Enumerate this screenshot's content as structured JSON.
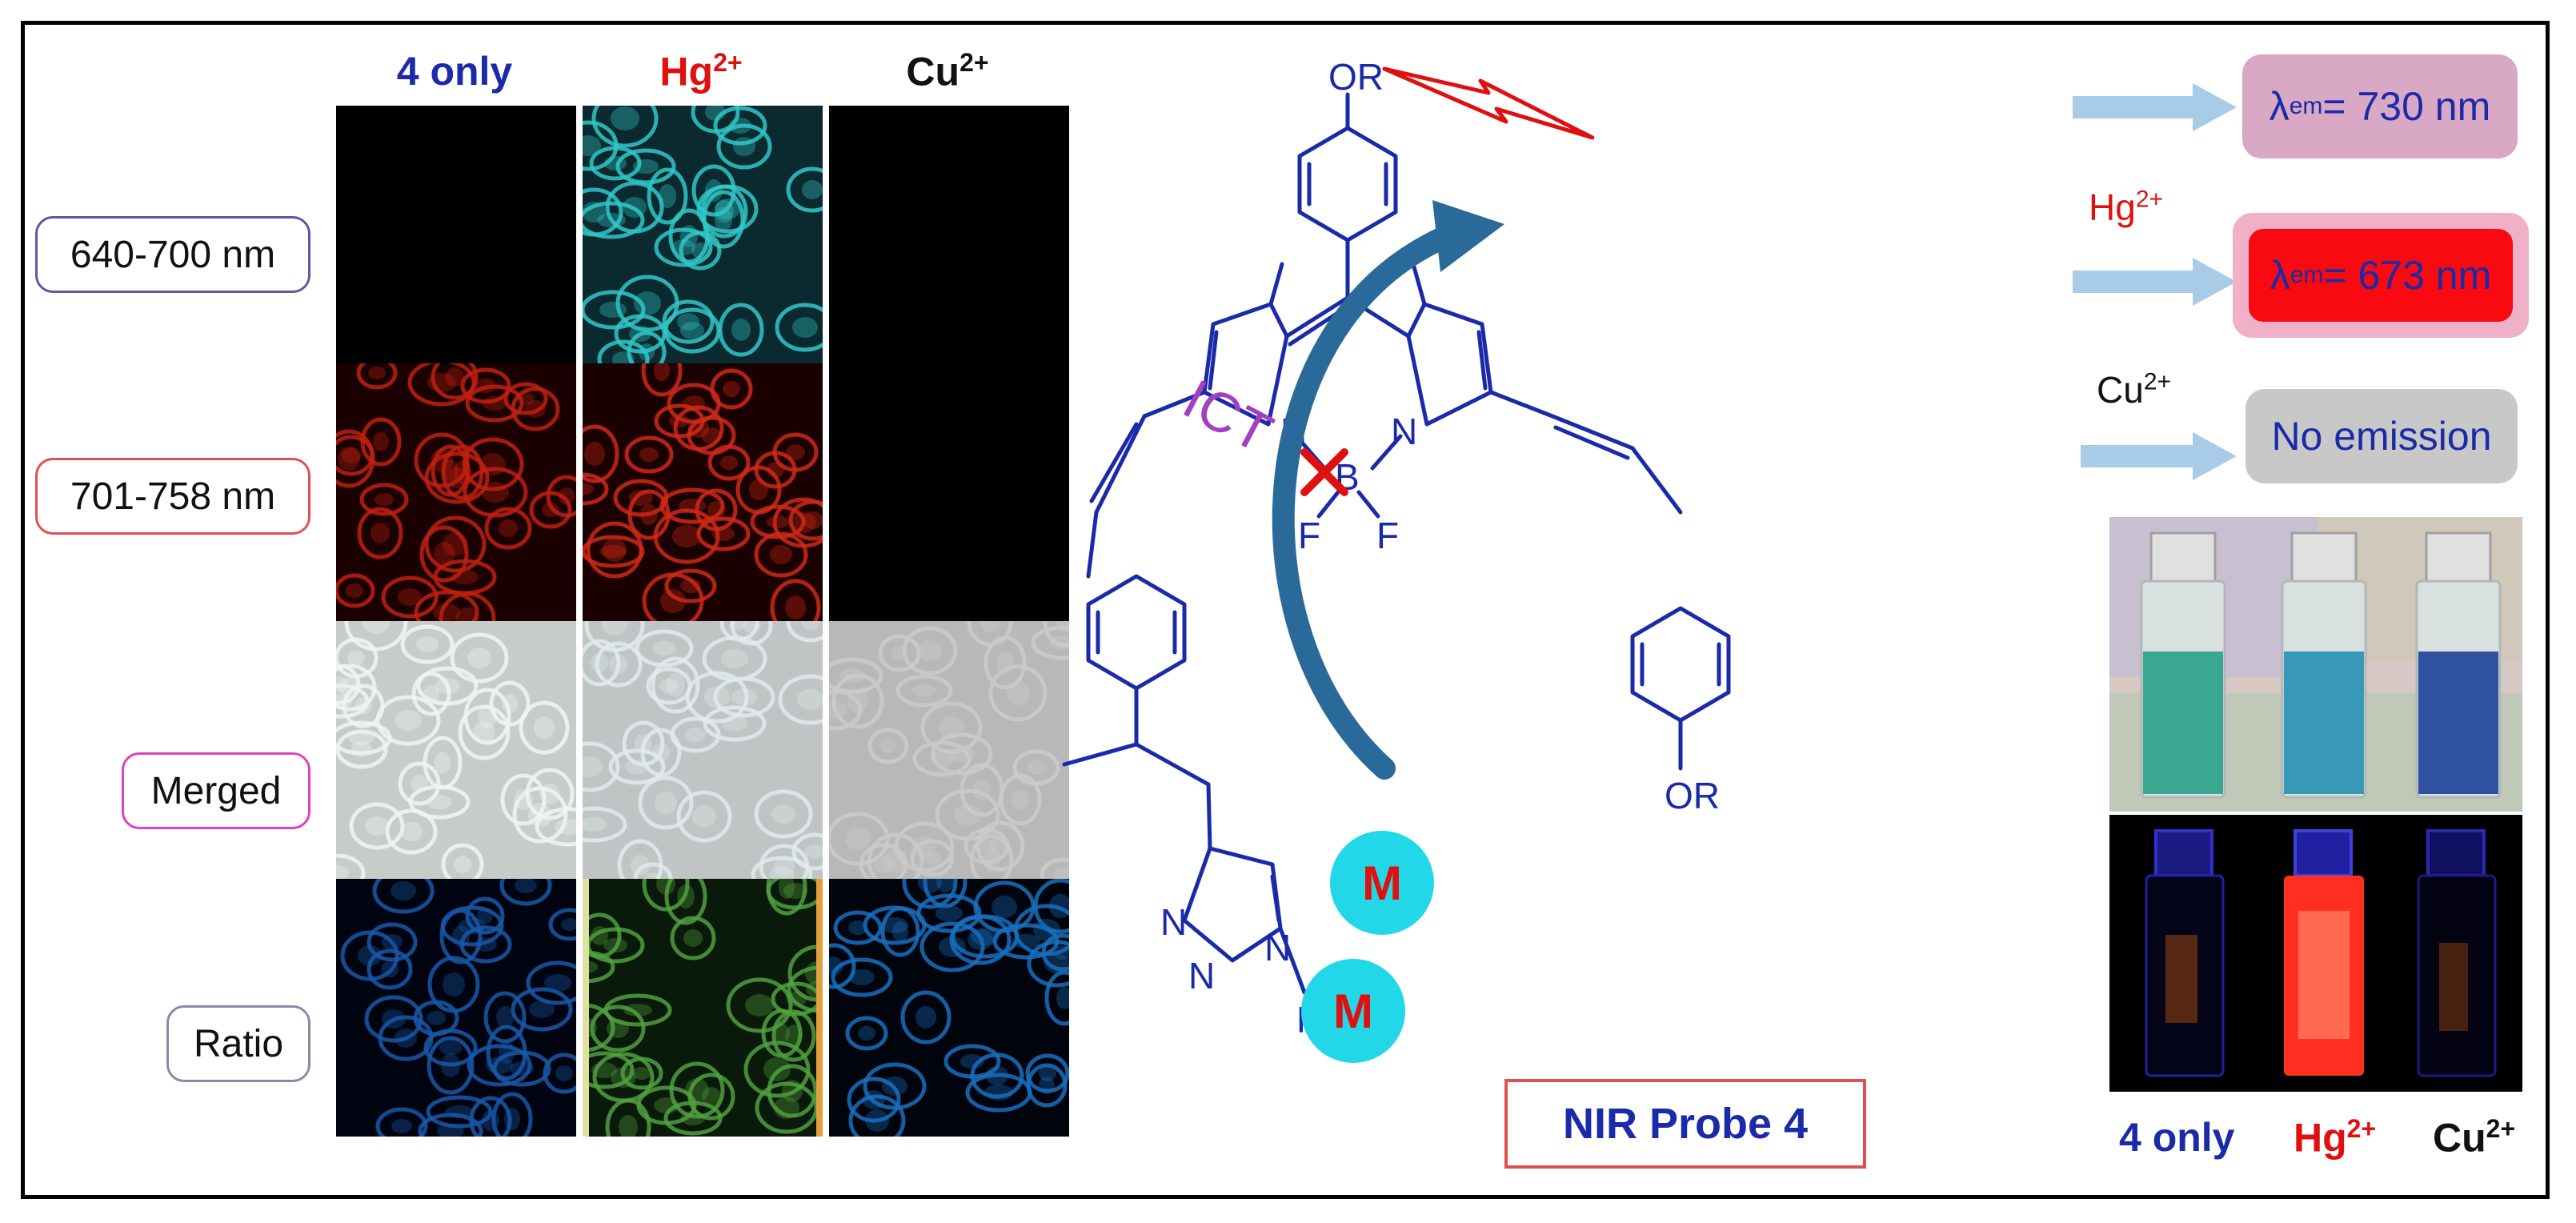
{
  "column_headers": [
    {
      "base": "4 only",
      "sup": "",
      "color": "#1a2aa8"
    },
    {
      "base": "Hg",
      "sup": "2+",
      "color": "#e01010"
    },
    {
      "base": "Cu",
      "sup": "2+",
      "color": "#111111"
    }
  ],
  "row_labels": [
    {
      "text": "640-700 nm",
      "border": "#5a5aa0"
    },
    {
      "text": "701-758 nm",
      "border": "#e05050"
    },
    {
      "text": "Merged",
      "border": "#e040c0"
    },
    {
      "text": "Ratio",
      "border": "#8a8aa8"
    }
  ],
  "structure": {
    "or_top": "OR",
    "or_bottom": "OR",
    "boron": "B",
    "fluorine": "F",
    "nitrogen": "N",
    "r_group": "R",
    "metal": "M",
    "ict_label": "ICT",
    "probe_label": "NIR Probe 4"
  },
  "emission": {
    "row1": {
      "ion": "",
      "box_main": "λ",
      "box_sub": "em",
      "box_rest": " = 730 nm",
      "fill": "#d8a8c4"
    },
    "row2": {
      "ion_base": "Hg",
      "ion_sup": "2+",
      "box_main": "λ",
      "box_sub": "em",
      "box_rest": " = 673 nm",
      "fill": "#f80a10"
    },
    "row3": {
      "ion_base": "Cu",
      "ion_sup": "2+",
      "box_text": "No emission",
      "fill": "#c8c8c8"
    }
  },
  "vial_labels": [
    {
      "base": "4 only",
      "sup": "",
      "color": "#1a2aa8"
    },
    {
      "base": "Hg",
      "sup": "2+",
      "color": "#e01010"
    },
    {
      "base": "Cu",
      "sup": "2+",
      "color": "#111111"
    }
  ],
  "colors": {
    "structure": "#1a2aa8",
    "arrow": "#2a6a9a",
    "ict": "#a040c0",
    "cross": "#e01010",
    "lightning": "#e01010",
    "metal_circle": "#22d8e8",
    "metal_text": "#e01010",
    "emit_arrow": "#a8cbe8"
  }
}
